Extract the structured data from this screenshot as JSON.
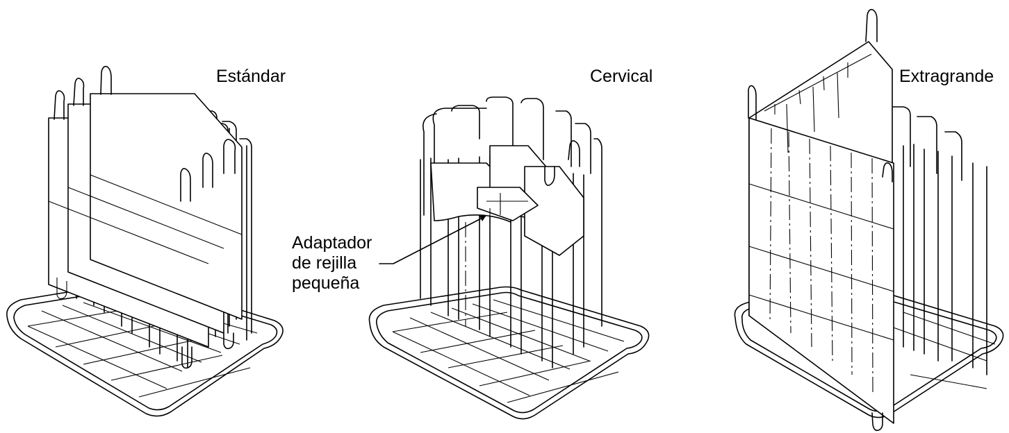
{
  "figure": {
    "labels": {
      "standard": "Estándar",
      "cervical": "Cervical",
      "extra_large": "Extragrande"
    },
    "callout": {
      "lines": [
        "Adaptador",
        "de rejilla",
        "pequeña"
      ]
    }
  }
}
